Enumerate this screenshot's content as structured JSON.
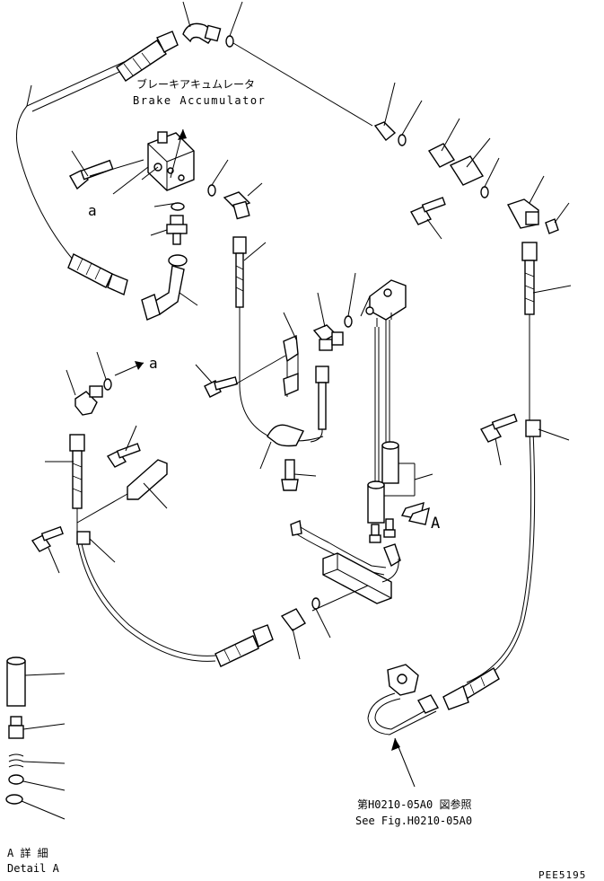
{
  "labels": {
    "brake_accumulator_jp": "ブレーキアキュムレータ",
    "brake_accumulator_en": "Brake Accumulator",
    "ref_a_left": "a",
    "ref_a_arrow": "a",
    "view_A": "A",
    "see_fig_jp": "第H0210-05A0 図参照",
    "see_fig_en": "See Fig.H0210-05A0",
    "detail_jp": "A 詳 細",
    "detail_en": "Detail A",
    "drawing_number": "PEE5195"
  }
}
